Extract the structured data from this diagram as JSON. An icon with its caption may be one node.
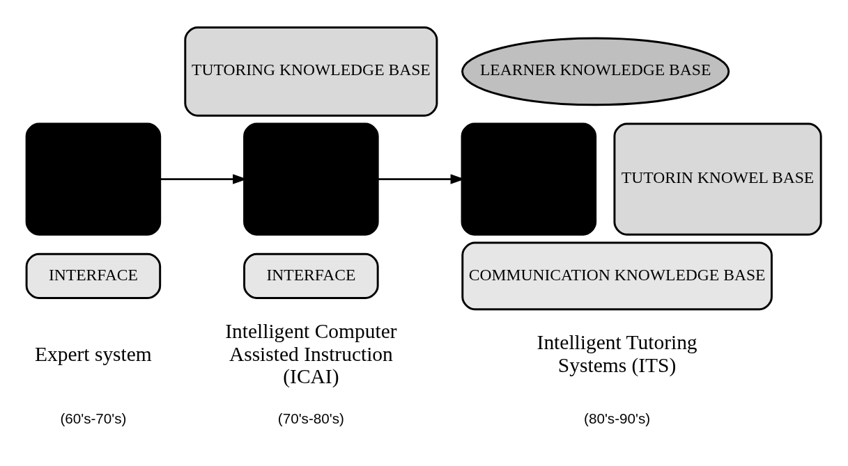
{
  "diagram": {
    "nodes": [
      {
        "text": [],
        "shape": "box"
      },
      {
        "text": [
          "INTERFACE"
        ]
      },
      {
        "text": [
          "TUTORING KNOWLEDGE BASE"
        ]
      },
      {
        "text": [],
        "shape": "box"
      },
      {
        "text": [
          "INTERFACE"
        ]
      },
      {
        "text": [
          "LEARNER KNOWLEDGE BASE"
        ]
      },
      {
        "text": [],
        "shape": "box"
      },
      {
        "text": [
          "TUTORIN KNOWEL BASE"
        ]
      },
      {
        "text": [
          "COMMUNICATION KNOWLEDGE BASE"
        ]
      }
    ],
    "edges": [
      {
        "from": 0,
        "to": 3,
        "arrow": "to"
      },
      {
        "from": 3,
        "to": 6,
        "arrow": "to"
      }
    ],
    "labels": [
      "Expert system",
      "Intelligent Computer Assisted Instruction (ICAI)",
      "Intelligent Tutoring Systems (ITS)",
      "(60's-70's)",
      "(70's-80's)",
      "(80's-90's)"
    ]
  }
}
